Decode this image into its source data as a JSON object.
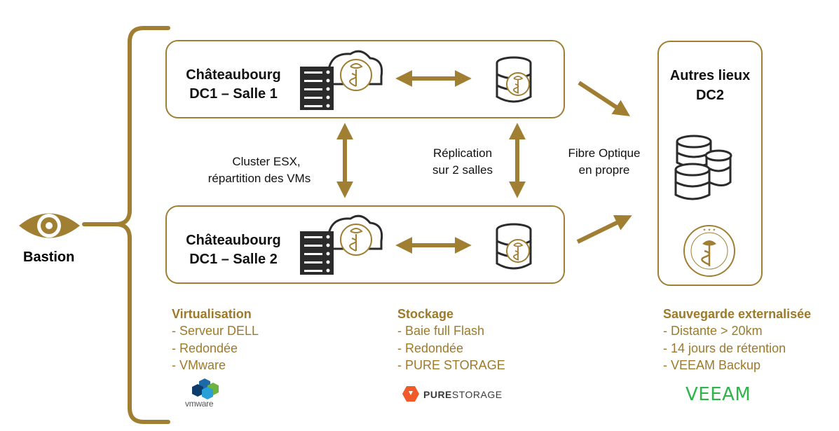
{
  "colors": {
    "accent": "#a07f33",
    "veeam": "#2fb34a",
    "pure": "#f05a28",
    "vmware": "#1e6aa8"
  },
  "bastion": {
    "label": "Bastion"
  },
  "dc1_room1": {
    "title_line1": "Châteaubourg",
    "title_line2": "DC1 – Salle 1"
  },
  "dc1_room2": {
    "title_line1": "Châteaubourg",
    "title_line2": "DC1 – Salle 2"
  },
  "dc2": {
    "title_line1": "Autres lieux",
    "title_line2": "DC2"
  },
  "labels": {
    "cluster_line1": "Cluster ESX,",
    "cluster_line2": "répartition des VMs",
    "replication_line1": "Réplication",
    "replication_line2": "sur 2 salles",
    "fibre_line1": "Fibre Optique",
    "fibre_line2": "en propre"
  },
  "sections": {
    "virtualisation": {
      "title": "Virtualisation",
      "items": [
        "- Serveur DELL",
        "- Redondée",
        "- VMware"
      ]
    },
    "stockage": {
      "title": "Stockage",
      "items": [
        "- Baie full Flash",
        "- Redondée",
        "- PURE STORAGE"
      ]
    },
    "sauvegarde": {
      "title": "Sauvegarde externalisée",
      "items": [
        "- Distante > 20km",
        "- 14 jours de rétention",
        "- VEEAM Backup"
      ]
    }
  },
  "logos": {
    "vmware": {
      "text": "vmware",
      "icon": "vmware-logo"
    },
    "pure": {
      "text_bold": "PURE",
      "text_light": "STORAGE",
      "icon": "pure-storage-logo"
    },
    "veeam": {
      "text": "VEEAM",
      "icon": "veeam-logo"
    }
  }
}
